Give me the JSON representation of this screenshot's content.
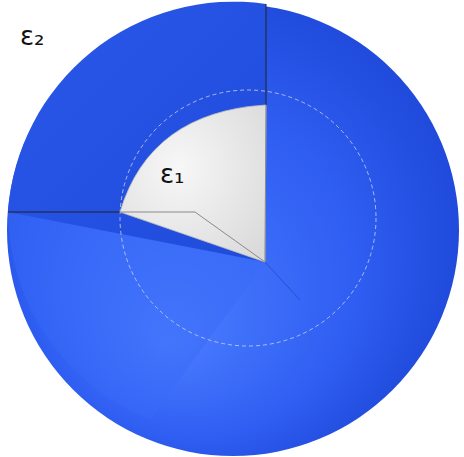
{
  "diagram": {
    "nodes": [
      {
        "text": [
          "ε₂"
        ]
      },
      {
        "text": [
          "ε₁"
        ],
        "in": 0
      }
    ]
  }
}
